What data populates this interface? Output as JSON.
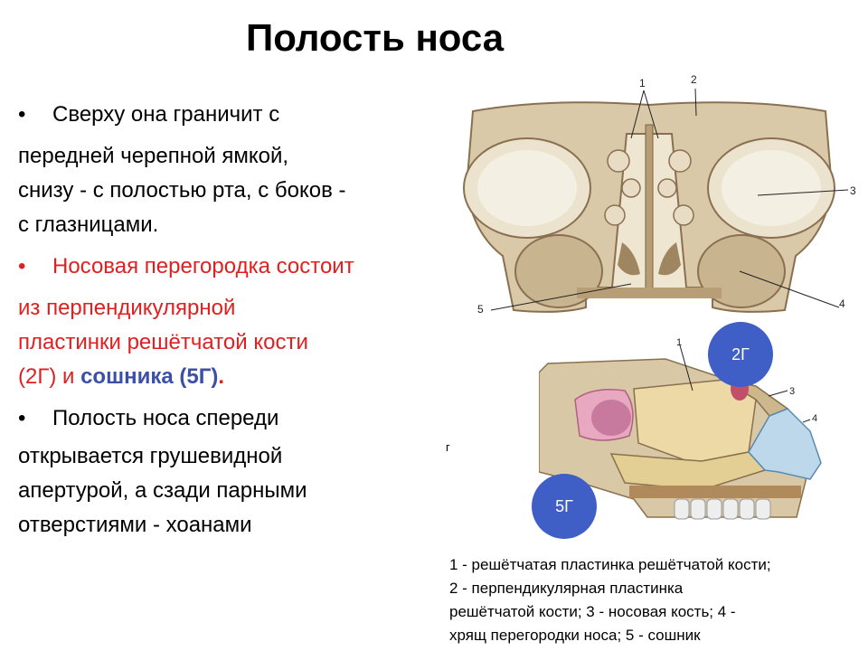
{
  "title": "Полость носа",
  "bullets": [
    {
      "lines": [
        "Сверху она граничит с",
        "передней черепной ямкой,",
        "снизу - с полостью рта, с боков -",
        "с глазницами."
      ]
    },
    {
      "lines": [
        "Носовая перегородка состоит",
        "из перпендикулярной",
        "пластинки решётчатой кости"
      ],
      "tail_a": "(2Г)",
      "tail_b": " и ",
      "tail_c": "сошника",
      "tail_d": " (5Г)",
      "tail_e": "."
    },
    {
      "lines": [
        "Полость носа спереди",
        "открывается грушевидной",
        "апертурой, а сзади парными",
        "отверстиями - хоанами"
      ]
    }
  ],
  "badges": {
    "b2": "2Г",
    "b5": "5Г"
  },
  "stray": "г",
  "skull_labels": {
    "l1": "1",
    "l2": "2",
    "l3": "3",
    "l4": "4",
    "l5": "5"
  },
  "septum_labels": {
    "l1": "1",
    "l3": "3",
    "l4": "4"
  },
  "caption": [
    "1 - решётчатая пластинка решётчатой кости;",
    "2 - перпендикулярная пластинка",
    "решётчатой кости; 3 - носовая кость; 4 -",
    "хрящ перегородки носа; 5 - сошник"
  ],
  "colors": {
    "bone": "#d9c9a8",
    "bone_dark": "#a08660",
    "septum": "#e8d4a0",
    "cartilage": "#bcd8ea",
    "pink": "#e8a8c0",
    "badge": "#3f5ec6"
  }
}
